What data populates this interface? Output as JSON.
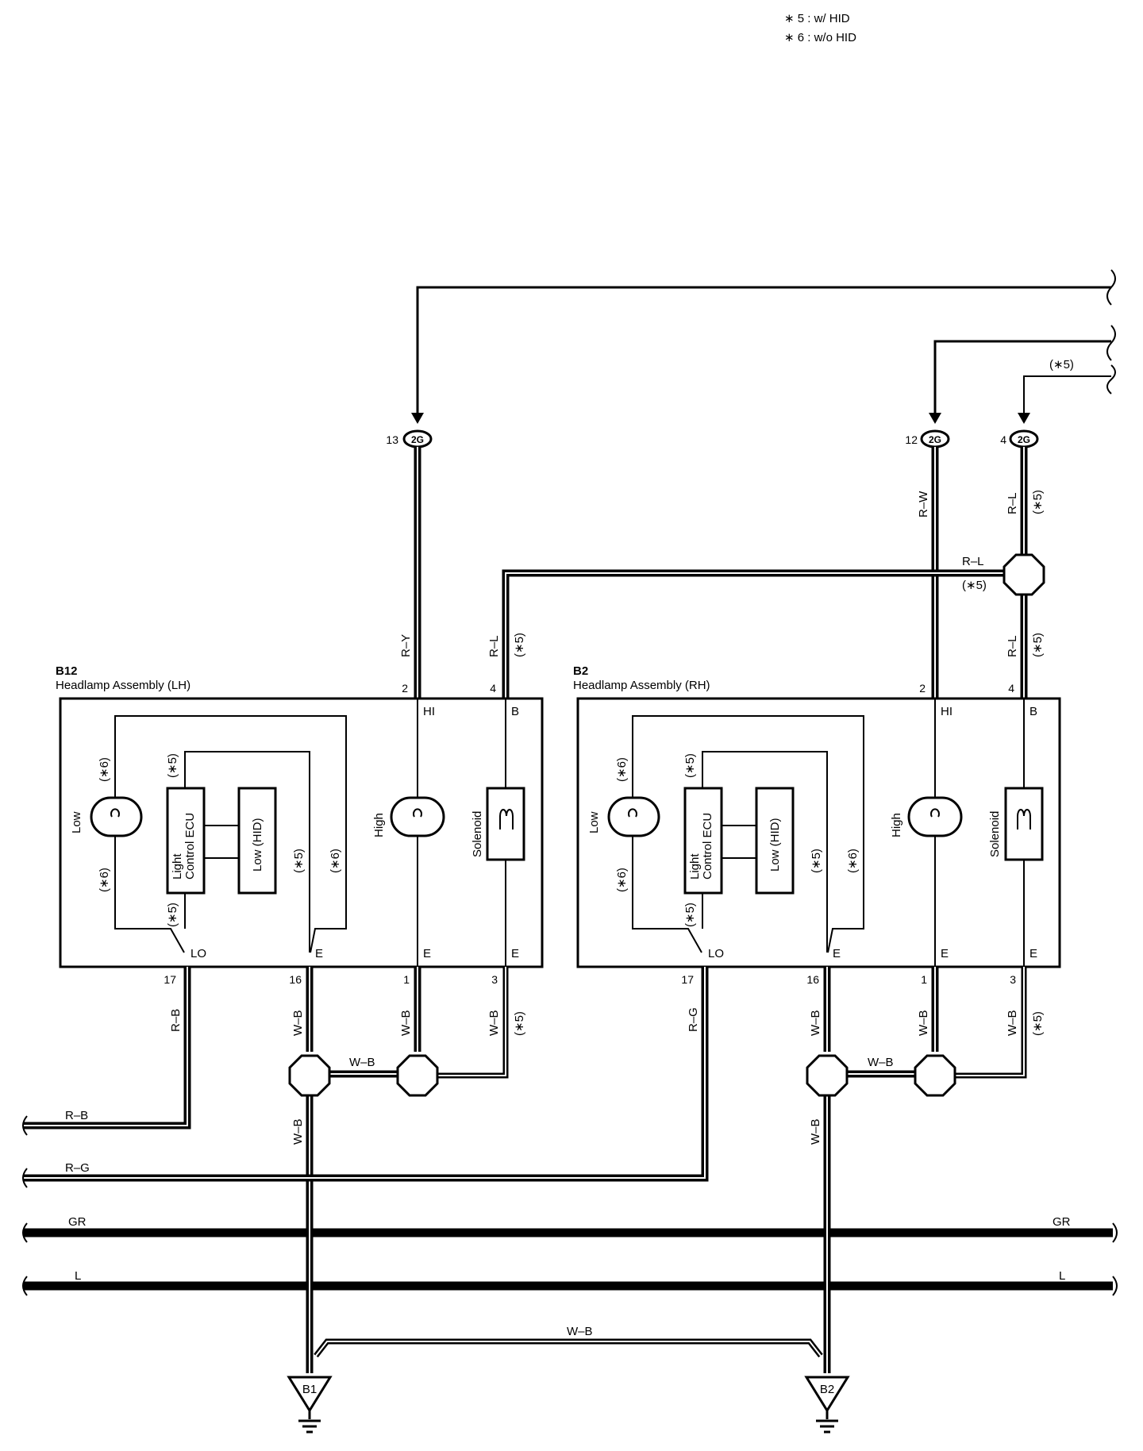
{
  "notes": [
    {
      "id": "*5",
      "text": "∗ 5 : w/ HID"
    },
    {
      "id": "*6",
      "text": "∗ 6 : w/o HID"
    }
  ],
  "connectors_2G": [
    {
      "pin": "13",
      "code": "2G"
    },
    {
      "pin": "12",
      "code": "2G"
    },
    {
      "pin": "4",
      "code": "2G"
    }
  ],
  "assemblies": [
    {
      "code": "B12",
      "name": "Headlamp Assembly (LH)",
      "top_pins": [
        {
          "num": "2",
          "term": "HI"
        },
        {
          "num": "4",
          "term": "B"
        }
      ],
      "bottom_pins": [
        {
          "num": "17",
          "term": "LO"
        },
        {
          "num": "16",
          "term": "E"
        },
        {
          "num": "1",
          "term": "E"
        },
        {
          "num": "3",
          "term": "E"
        }
      ],
      "components": {
        "low": "Low",
        "high": "High",
        "solenoid": "Solenoid",
        "ecu": [
          "Light",
          "Control ECU"
        ],
        "low_hid": "Low (HID)"
      },
      "variant_tags": {
        "a": "(∗6)",
        "b": "(∗5)"
      }
    },
    {
      "code": "B2",
      "name": "Headlamp Assembly (RH)",
      "top_pins": [
        {
          "num": "2",
          "term": "HI"
        },
        {
          "num": "4",
          "term": "B"
        }
      ],
      "bottom_pins": [
        {
          "num": "17",
          "term": "LO"
        },
        {
          "num": "16",
          "term": "E"
        },
        {
          "num": "1",
          "term": "E"
        },
        {
          "num": "3",
          "term": "E"
        }
      ],
      "components": {
        "low": "Low",
        "high": "High",
        "solenoid": "Solenoid",
        "ecu": [
          "Light",
          "Control ECU"
        ],
        "low_hid": "Low (HID)"
      },
      "variant_tags": {
        "a": "(∗6)",
        "b": "(∗5)"
      }
    }
  ],
  "wire_colors": {
    "r_y": "R–Y",
    "r_l": "R–L",
    "r_w": "R–W",
    "r_b": "R–B",
    "r_g": "R–G",
    "w_b": "W–B",
    "gr": "GR",
    "l": "L",
    "tag5": "(∗5)"
  },
  "grounds": [
    {
      "code": "B1"
    },
    {
      "code": "B2"
    }
  ]
}
